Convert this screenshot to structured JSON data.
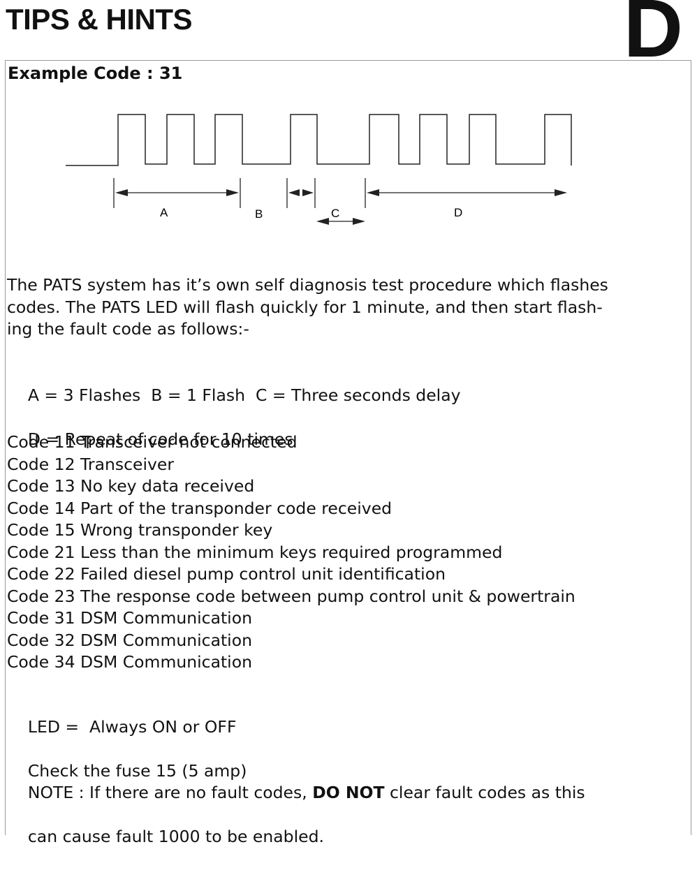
{
  "header": {
    "title": "TIPS & HINTS",
    "section_letter": "D"
  },
  "example": {
    "heading": "Example Code : 31",
    "diagram": {
      "labels": {
        "a": "A",
        "b": "B",
        "c": "C",
        "d": "D"
      }
    }
  },
  "intro": "The PATS system has it’s own self diagnosis test procedure which flashes codes. The PATS LED will flash quickly for 1 minute, and then start flash-ing the fault code as follows:-",
  "intro_lines": [
    "The PATS system has it’s own self diagnosis test procedure which flashes",
    "codes. The PATS LED will flash quickly for 1 minute, and then start flash-",
    "ing the fault code as follows:-"
  ],
  "legend_lines": [
    "A = 3 Flashes  B = 1 Flash  C = Three seconds delay",
    "D = Repeat of code for 10 times"
  ],
  "codes": [
    "Code 11 Transceiver not connected",
    "Code 12 Transceiver",
    "Code 13 No key data received",
    "Code 14 Part of the transponder code received",
    "Code 15 Wrong transponder key",
    "Code 21 Less than the minimum keys required programmed",
    "Code 22 Failed diesel pump control unit identification",
    "Code 23 The response code between pump control unit & powertrain",
    "Code 31 DSM Communication",
    "Code 32 DSM Communication",
    "Code 34 DSM Communication"
  ],
  "led_lines": [
    "LED =  Always ON or OFF",
    "Check the fuse 15 (5 amp)"
  ],
  "note": {
    "prefix": "NOTE : If there are no fault codes, ",
    "emphasis": "DO NOT",
    "suffix": " clear fault codes as this",
    "line2": "can cause fault 1000 to be enabled."
  }
}
